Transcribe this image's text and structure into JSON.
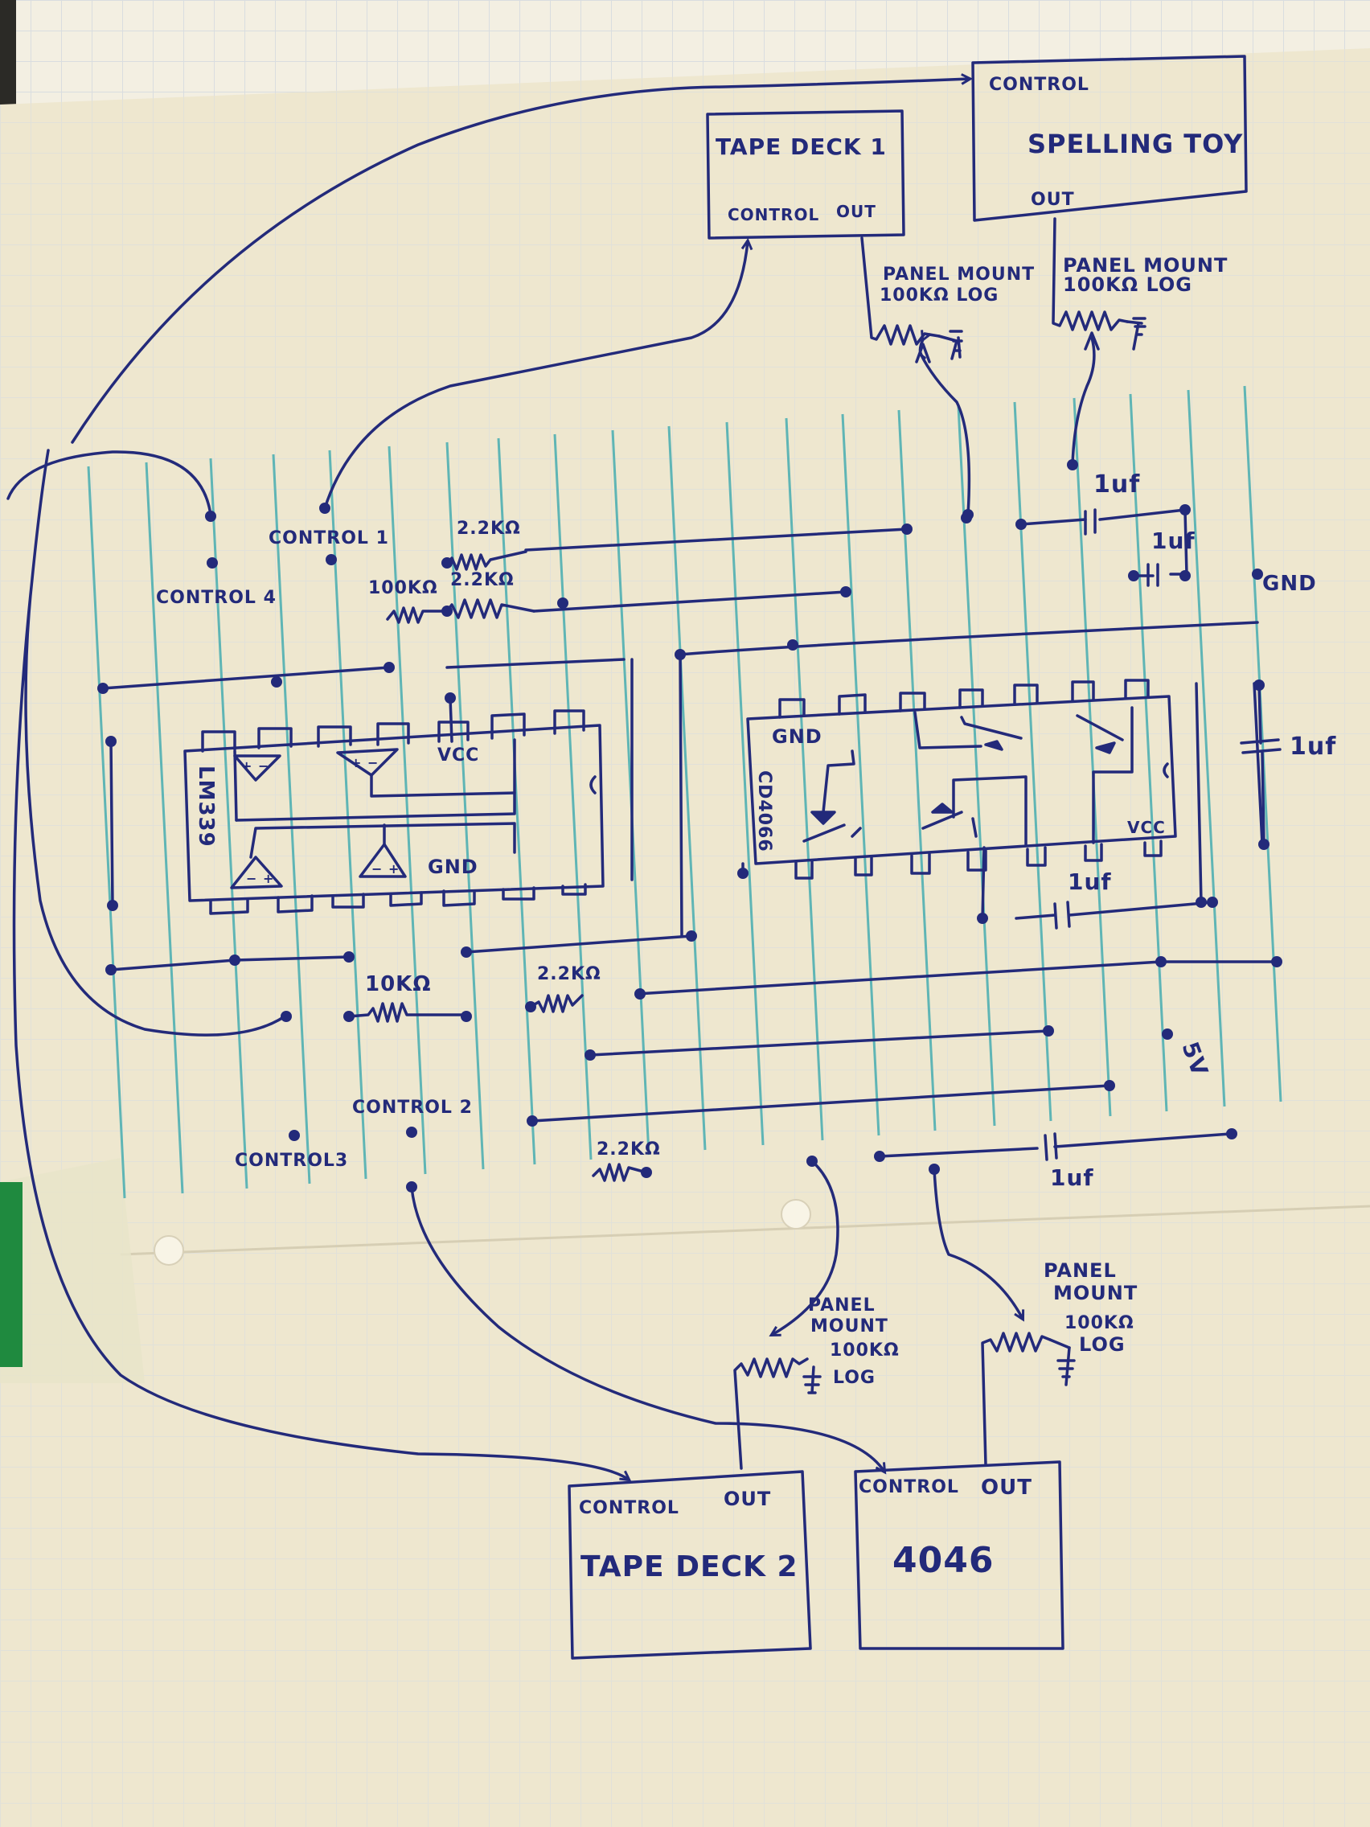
{
  "colors": {
    "paper": "#eee7cf",
    "paper_back": "#f3efe2",
    "ink": "#232a7a",
    "grid": "#d9dde0",
    "stripboard": "#5fb5b5",
    "tape": "#e8e4c9",
    "tape_green": "#1f8a3f"
  },
  "blocks": {
    "tape_deck_1": {
      "title": "TAPE DECK 1",
      "control": "CONTROL",
      "out": "OUT"
    },
    "spelling_toy": {
      "control": "CONTROL",
      "title": "SPELLING TOY",
      "out": "OUT"
    },
    "tape_deck_2": {
      "control": "CONTROL",
      "out": "OUT",
      "title": "TAPE DECK 2"
    },
    "chip_4046": {
      "control": "CONTROL",
      "out": "OUT",
      "title": "4046"
    }
  },
  "pots": {
    "pot1": {
      "line1": "PANEL MOUNT",
      "line2": "100KΩ LOG"
    },
    "pot2": {
      "line1": "PANEL MOUNT",
      "line2": "100KΩ  LOG"
    },
    "pot3": {
      "line1": "PANEL",
      "line2": "MOUNT",
      "line3": "100KΩ",
      "line4": "LOG"
    },
    "pot4": {
      "line1": "PANEL",
      "line2": "MOUNT",
      "line3": "100KΩ",
      "line4": "LOG"
    }
  },
  "board": {
    "control_1": "CONTROL 1",
    "control_2": "CONTROL 2",
    "control_3": "CONTROL3",
    "control_4": "CONTROL 4",
    "gnd": "GND",
    "five_v": "5V",
    "lm339": {
      "label": "LM339",
      "vcc": "VCC",
      "gnd": "GND"
    },
    "cd4066": {
      "label": "CD4066",
      "vcc": "VCC",
      "gnd": "GND"
    },
    "resistors": {
      "r1": "2.2KΩ",
      "r2": "2.2KΩ",
      "r3": "100KΩ",
      "r4": "10KΩ",
      "r5": "2.2KΩ",
      "r6": "2.2KΩ"
    },
    "capacitors": {
      "c1": "1uf",
      "c2": "1uf",
      "c3": "1uf",
      "c4": "1uf",
      "c5": "1uf"
    }
  }
}
